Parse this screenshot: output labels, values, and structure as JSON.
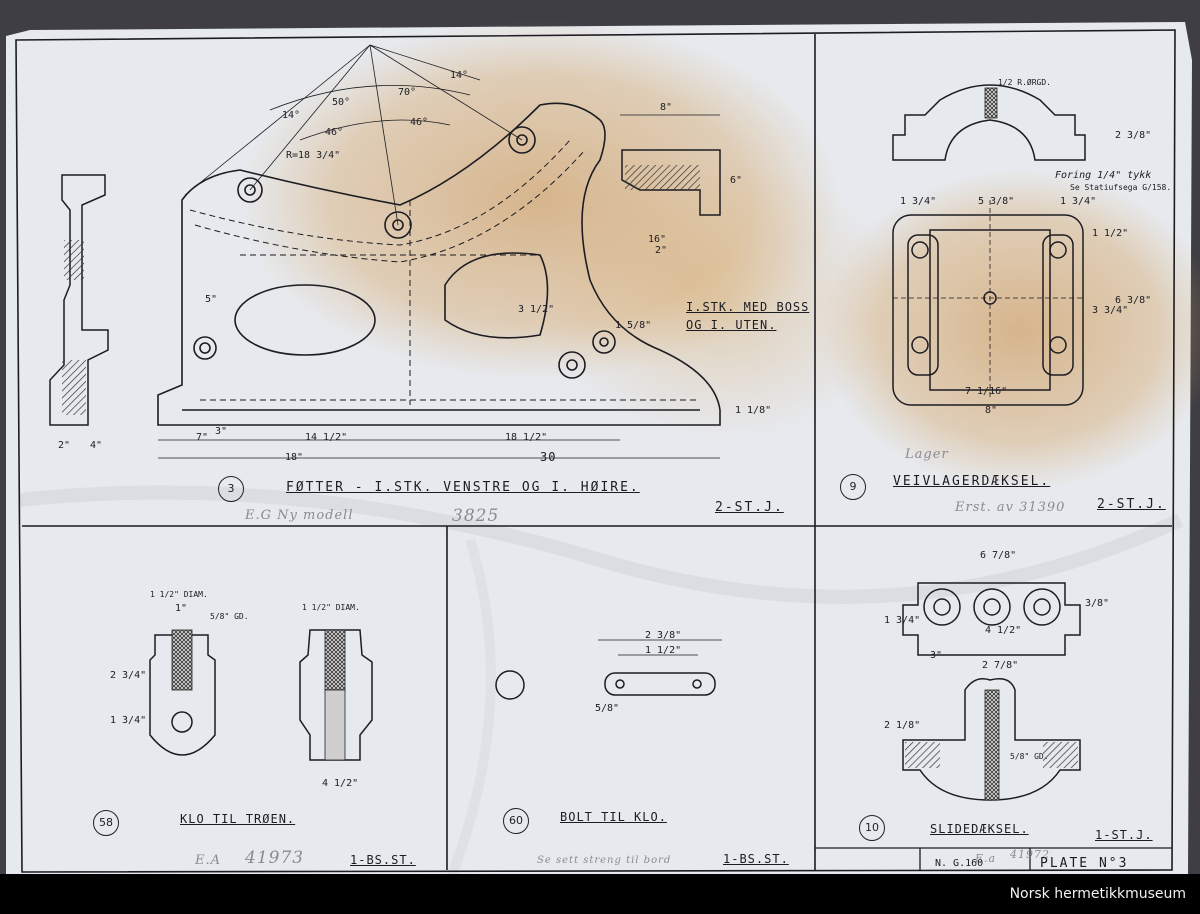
{
  "drawing": {
    "part3": {
      "number": "3",
      "title": "FØTTER - I.STK. VENSTRE OG I. HØIRE.",
      "qty": "2-ST.J.",
      "pencil_note": "E.G  Ny modell",
      "pencil_number": "3825",
      "note": "I.STK. MED BOSS",
      "note2": "OG I. UTEN.",
      "dims": {
        "d1": "50°",
        "d2": "70°",
        "d3": "14°",
        "d4": "46°",
        "d5": "46°",
        "d6": "14°",
        "d7": "R=18 3/4\"",
        "d8": "8\"",
        "d9": "6\"",
        "d10": "30",
        "d11": "18\"",
        "d12": "14 1/2\"",
        "d13": "18 1/2\"",
        "d14": "7\"",
        "d15": "5\"",
        "d16": "2\"",
        "d17": "16\"",
        "d18": "3 1/2\"",
        "d19": "1 1/8\"",
        "d20": "1 5/8\"",
        "d21": "4\"",
        "d22": "2\"",
        "d23": "3\""
      }
    },
    "part9": {
      "number": "9",
      "title": "VEIVLAGERDÆKSEL.",
      "qty": "2-ST.J.",
      "pencil_note": "Erst. av 31390",
      "pencil_over": "Lager",
      "note": "Foring 1/4\" tykk",
      "note_small": "Se Statiufsega G/158.",
      "dims": {
        "d1": "5 3/8\"",
        "d2": "1 3/4\"",
        "d3": "1 3/4\"",
        "d4": "7 1/16\"",
        "d5": "8\"",
        "d6": "6 3/8\"",
        "d7": "3 3/4\"",
        "d8": "1 1/2\"",
        "d9": "2 3/8\"",
        "d10": "1/2 R.ØRGD."
      }
    },
    "part58": {
      "number": "58",
      "title": "KLO TIL TRØEN.",
      "qty": "1-BS.ST.",
      "pencil_note": "E.A",
      "pencil_number": "41973",
      "dims": {
        "d1": "1 1/2\" DIAM.",
        "d2": "1\"",
        "d3": "5/8\" GD.",
        "d4": "2 3/4\"",
        "d5": "1 3/4\"",
        "d6": "1 1/2\" DIAM.",
        "d7": "4 1/2\""
      }
    },
    "part60": {
      "number": "60",
      "title": "BOLT TIL KLO.",
      "qty": "1-BS.ST.",
      "pencil_note": "Se sett streng til bord",
      "dims": {
        "d1": "2 3/8\"",
        "d2": "1 1/2\"",
        "d3": "5/8\""
      }
    },
    "part10": {
      "number": "10",
      "title": "SLIDEDÆKSEL.",
      "qty": "1-ST.J.",
      "pencil_note": "E.a",
      "pencil_number": "41972",
      "dims": {
        "d1": "6 7/8\"",
        "d2": "1 3/4\"",
        "d3": "3\"",
        "d4": "4 1/2\"",
        "d5": "3/8\"",
        "d6": "2 7/8\"",
        "d7": "2 1/8\"",
        "d8": "5/8\" GD."
      }
    },
    "sheet_label": "PLATE N°3",
    "sheet_stamp": "N. G.160",
    "colors": {
      "paper": "#e9ecef",
      "line": "#1c1c22",
      "stain": "#c98a3c"
    }
  },
  "footer": {
    "caption": "Norsk hermetikkmuseum"
  }
}
